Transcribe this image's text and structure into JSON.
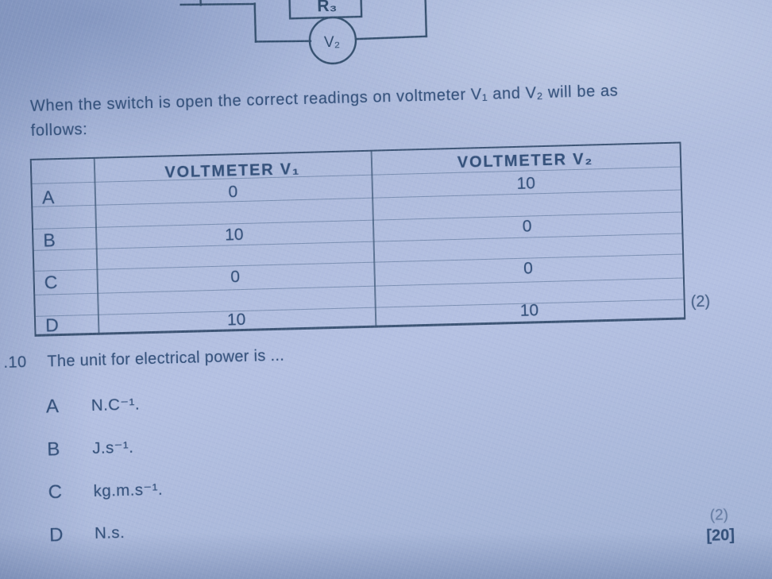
{
  "colors": {
    "ink": "#33507a",
    "paper": "#aebbdc"
  },
  "circuit": {
    "resistor_label": "R₃",
    "voltmeter_label": "V₂"
  },
  "intro": {
    "line1": "When the switch is open the correct readings on voltmeter V₁ and V₂ will be as",
    "line2": "follows:"
  },
  "table": {
    "header_v1": "VOLTMETER V₁",
    "header_v2": "VOLTMETER V₂",
    "rows": [
      {
        "label": "A",
        "v1": "0",
        "v2": "10"
      },
      {
        "label": "B",
        "v1": "10",
        "v2": "0"
      },
      {
        "label": "C",
        "v1": "0",
        "v2": "0"
      },
      {
        "label": "D",
        "v1": "10",
        "v2": "10"
      }
    ],
    "mark": "(2)"
  },
  "q10": {
    "number": ".10",
    "question": "The unit for electrical power is ...",
    "options": [
      {
        "letter": "A",
        "text": "N.C⁻¹."
      },
      {
        "letter": "B",
        "text": "J.s⁻¹."
      },
      {
        "letter": "C",
        "text": "kg.m.s⁻¹."
      },
      {
        "letter": "D",
        "text": "N.s."
      }
    ],
    "faint_mark": "(2)",
    "total_marks": "[20]"
  }
}
